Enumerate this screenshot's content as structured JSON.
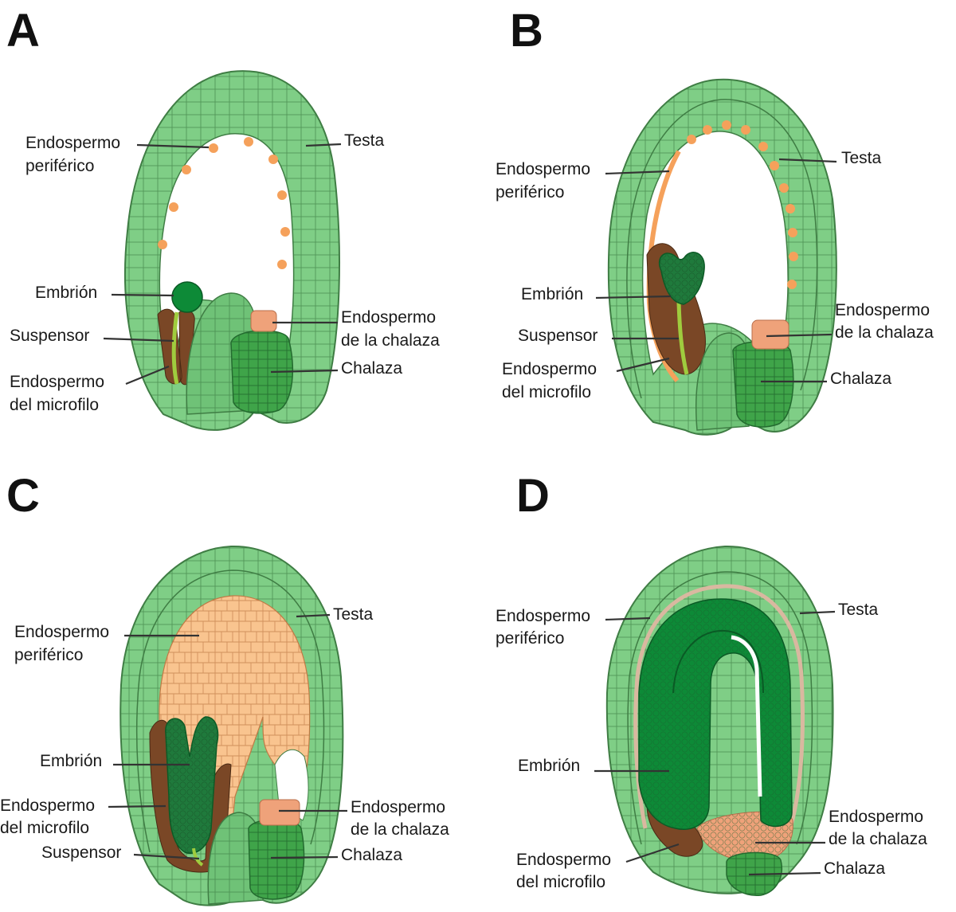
{
  "colors": {
    "testa_fill": "#7fce86",
    "testa_inner": "#5cb866",
    "cell_line": "#3f7d44",
    "endosperm_peripheral": "#f5a15b",
    "endosperm_cellular": "#f9c48f",
    "chalazal_endosperm": "#efa27a",
    "chalaza": "#3fa449",
    "embryo": "#0d8a37",
    "embryo_dark": "#1f7a3c",
    "suspensor_tissue": "#7a4726",
    "suspensor_thread": "#9fcc3e"
  },
  "panels": [
    {
      "letter": "A",
      "labels": {
        "endospermo_periferico_1": "Endospermo",
        "endospermo_periferico_2": "periférico",
        "testa": "Testa",
        "embrion": "Embrión",
        "suspensor": "Suspensor",
        "endospermo_microfilo_1": "Endospermo",
        "endospermo_microfilo_2": "del microfilo",
        "endospermo_chalaza_1": "Endospermo",
        "endospermo_chalaza_2": "de la chalaza",
        "chalaza": "Chalaza"
      }
    },
    {
      "letter": "B",
      "labels": {
        "endospermo_periferico_1": "Endospermo",
        "endospermo_periferico_2": "periférico",
        "testa": "Testa",
        "embrion": "Embrión",
        "suspensor": "Suspensor",
        "endospermo_microfilo_1": "Endospermo",
        "endospermo_microfilo_2": "del microfilo",
        "endospermo_chalaza_1": "Endospermo",
        "endospermo_chalaza_2": "de la chalaza",
        "chalaza": "Chalaza"
      }
    },
    {
      "letter": "C",
      "labels": {
        "endospermo_periferico_1": "Endospermo",
        "endospermo_periferico_2": "periférico",
        "testa": "Testa",
        "embrion": "Embrión",
        "endospermo_microfilo_1": "Endospermo",
        "endospermo_microfilo_2": "del microfilo",
        "suspensor": "Suspensor",
        "endospermo_chalaza_1": "Endospermo",
        "endospermo_chalaza_2": "de la chalaza",
        "chalaza": "Chalaza"
      }
    },
    {
      "letter": "D",
      "labels": {
        "endospermo_periferico_1": "Endospermo",
        "endospermo_periferico_2": "periférico",
        "testa": "Testa",
        "embrion": "Embrión",
        "endospermo_chalaza_1": "Endospermo",
        "endospermo_chalaza_2": "de la chalaza",
        "endospermo_microfilo_1": "Endospermo",
        "endospermo_microfilo_2": "del microfilo",
        "chalaza": "Chalaza"
      }
    }
  ]
}
